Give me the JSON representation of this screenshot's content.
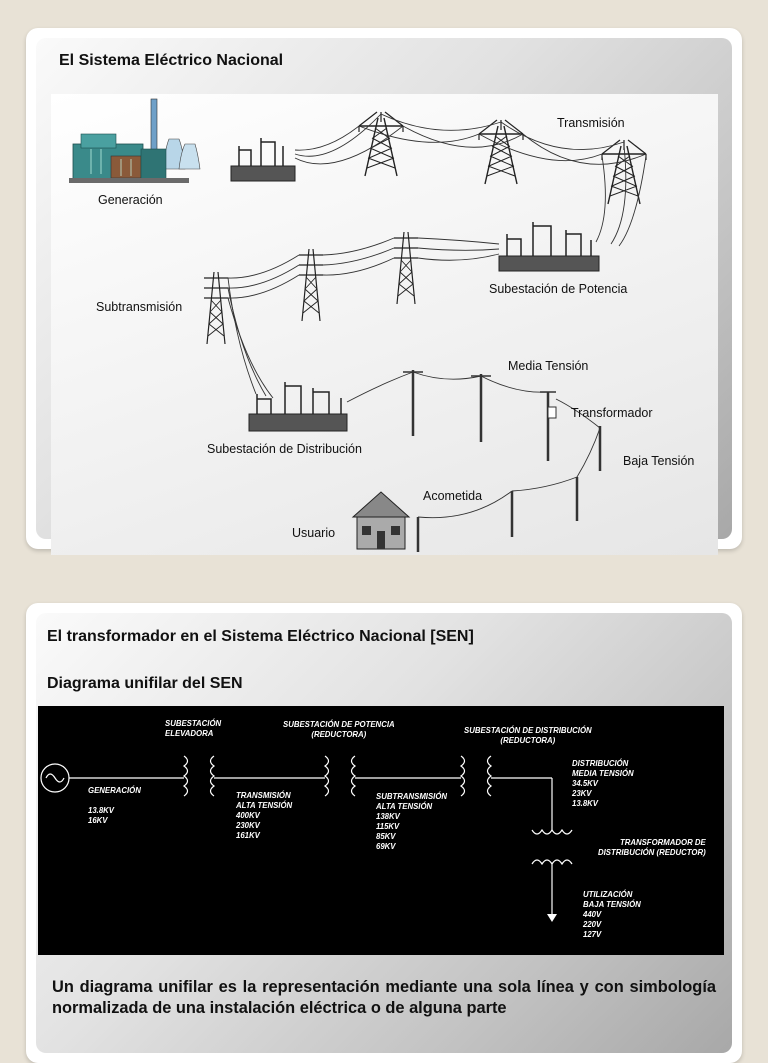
{
  "slide1": {
    "title": "El Sistema Eléctrico Nacional",
    "labels": {
      "generacion": "Generación",
      "transmision": "Transmisión",
      "subtransmision": "Subtransmisión",
      "subestacion_potencia": "Subestación de Potencia",
      "media_tension": "Media Tensión",
      "transformador": "Transformador",
      "subestacion_distribucion": "Subestación de Distribución",
      "baja_tension": "Baja Tensión",
      "acometida": "Acometida",
      "usuario": "Usuario"
    }
  },
  "slide2": {
    "title": "El transformador en el Sistema Eléctrico Nacional [SEN]",
    "subtitle": "Diagrama unifilar del SEN",
    "diagram": {
      "sub_elevadora": [
        "SUBESTACIÓN",
        "ELEVADORA"
      ],
      "sub_potencia": [
        "SUBESTACIÓN DE POTENCIA",
        "(REDUCTORA)"
      ],
      "sub_distribucion": [
        "SUBESTACIÓN DE DISTRIBUCIÓN",
        "(REDUCTORA)"
      ],
      "generacion": [
        "GENERACIÓN",
        "",
        "13.8KV",
        "16KV"
      ],
      "transmision": [
        "TRANSMISIÓN",
        "ALTA TENSIÓN",
        "400KV",
        "230KV",
        "161KV"
      ],
      "subtransmision": [
        "SUBTRANSMISIÓN",
        "ALTA TENSIÓN",
        "138KV",
        "115KV",
        "85KV",
        "69KV"
      ],
      "distribucion": [
        "DISTRIBUCIÓN",
        "MEDIA TENSIÓN",
        "34.5KV",
        "23KV",
        "13.8KV"
      ],
      "transformador_dist": [
        "TRANSFORMADOR DE",
        "DISTRIBUCIÓN (REDUCTOR)"
      ],
      "utilizacion": [
        "UTILIZACIÓN",
        "BAJA TENSIÓN",
        "440V",
        "220V",
        "127V"
      ]
    },
    "paragraph": "Un diagrama unifilar es la representación mediante una sola línea y con simbología normalizada de una instalación eléctrica o de alguna parte"
  }
}
